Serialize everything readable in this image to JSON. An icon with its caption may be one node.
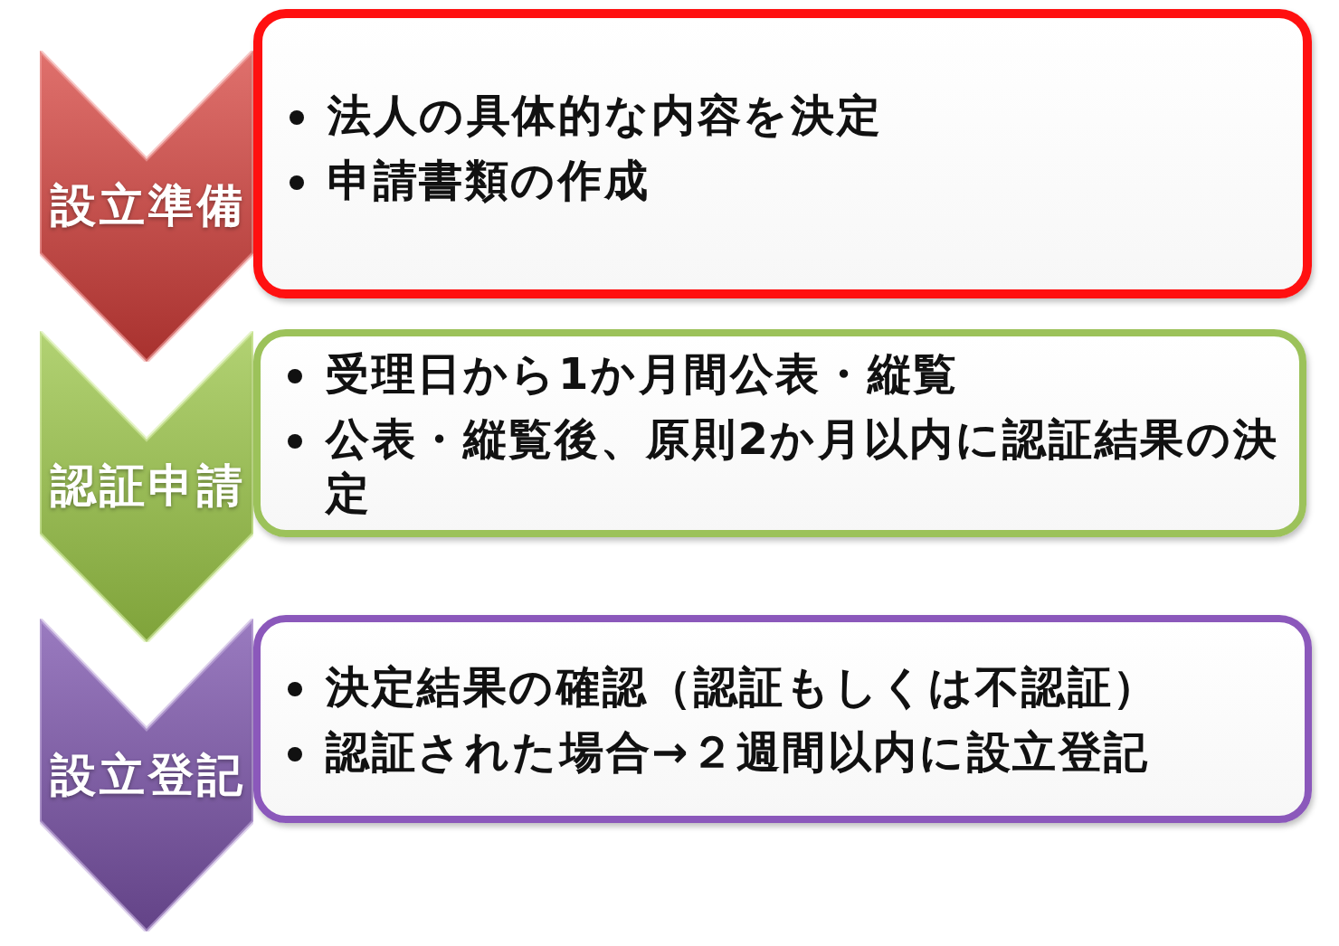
{
  "diagram": {
    "nodes": [
      {
        "text": [
          "設立準備"
        ]
      },
      {
        "text": [
          "法人の具体的な内容を決定",
          "申請書類の作成"
        ]
      },
      {
        "text": [
          "認証申請"
        ]
      },
      {
        "text": [
          "受理日から1か月間公表・縦覧",
          "公表・縦覧後、原則2か月以内に認証結果の決定"
        ]
      },
      {
        "text": [
          "設立登記"
        ]
      },
      {
        "text": [
          "決定結果の確認（認証もしくは不認証）",
          "認証された場合→２週間以内に設立登記"
        ]
      }
    ]
  }
}
